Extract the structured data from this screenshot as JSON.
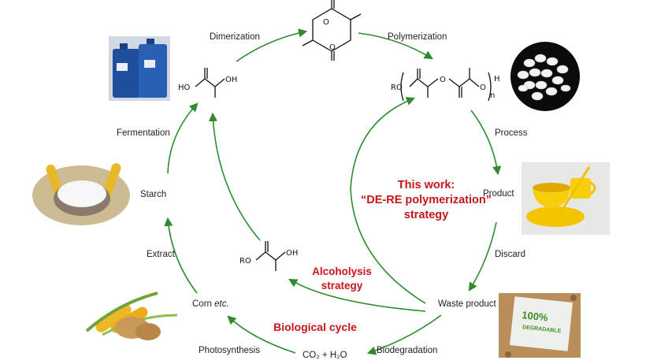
{
  "labels": {
    "dimerization": "Dimerization",
    "polymerization": "Polymerization",
    "fermentation": "Fermentation",
    "starch": "Starch",
    "extract": "Extract",
    "corn": "Corn",
    "corn_etc": "etc.",
    "photosynthesis": "Photosynthesis",
    "co2_h2o": "CO₂ + H₂O",
    "biodegradation": "Biodegradation",
    "waste_product": "Waste product",
    "discard": "Discard",
    "product": "Product",
    "process": "Process"
  },
  "highlights": {
    "this_work_line1": "This work:",
    "this_work_line2": "“DE-RE polymerization”",
    "this_work_line3": "strategy",
    "alcoholysis_line1": "Alcoholysis",
    "alcoholysis_line2": "strategy",
    "biological_cycle": "Biological cycle"
  },
  "chemistry": {
    "lactic_acid_ho": "HO",
    "lactic_acid_oh": "OH",
    "ester_ro": "RO",
    "ester_oh": "OH",
    "pla_ro": "RO",
    "pla_h": "H",
    "pla_n": "n",
    "oxygen": "O"
  },
  "badge": {
    "percent": "100%",
    "word": "DEGRADABLE"
  },
  "colors": {
    "arrow": "#2e8b2e",
    "highlight": "#c4161c"
  }
}
